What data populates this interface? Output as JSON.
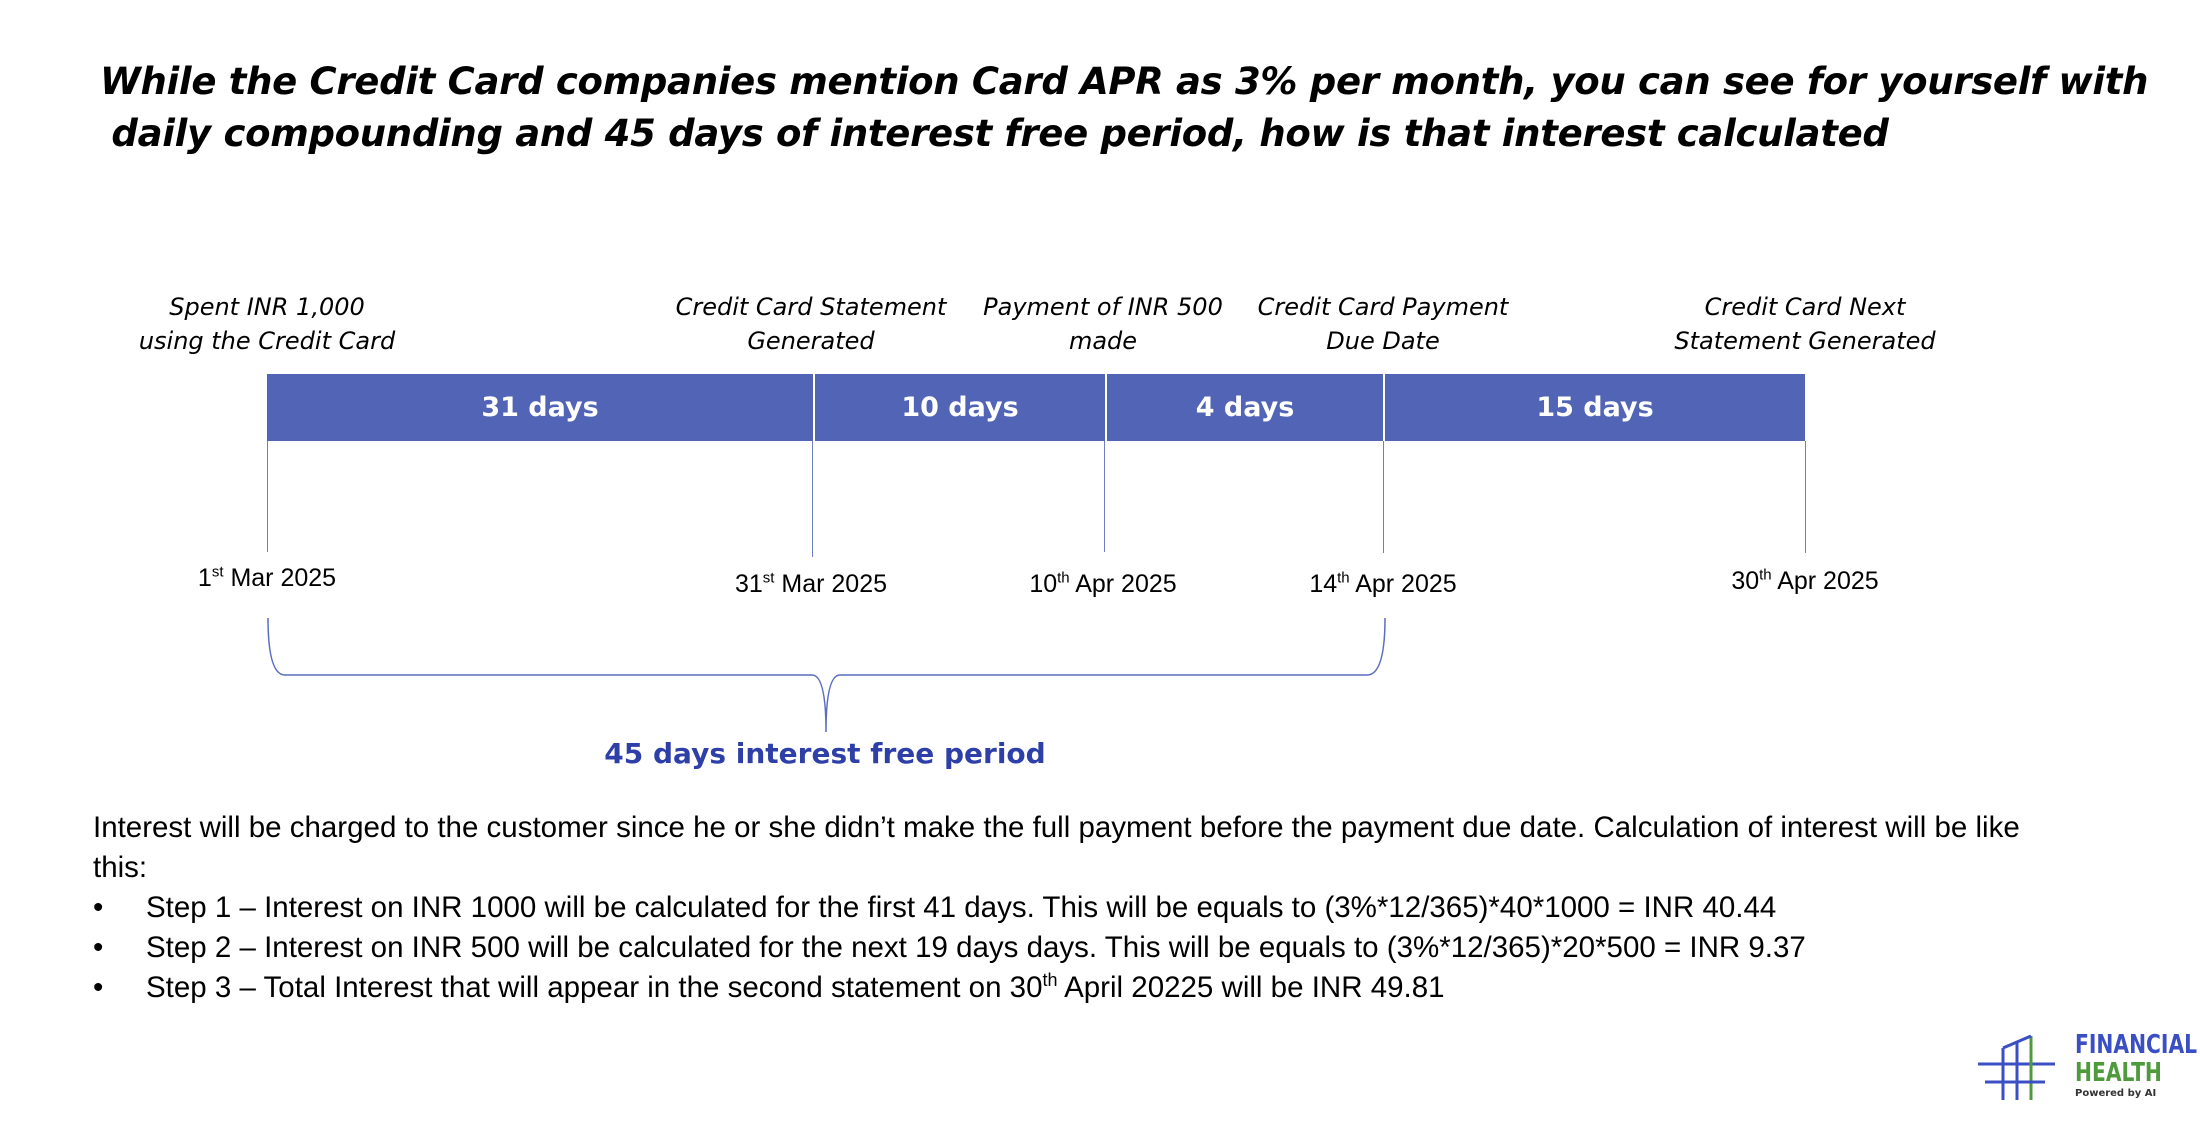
{
  "title": {
    "line1": "While the Credit Card companies mention Card APR as 3% per month, you can see for yourself with",
    "line2": "daily compounding and 45 days of interest free period, how is that interest calculated"
  },
  "events": [
    {
      "line1": "Spent INR 1,000",
      "line2": "using the Credit Card"
    },
    {
      "line1": "Credit Card Statement",
      "line2": "Generated"
    },
    {
      "line1": "Payment of INR 500",
      "line2": "made"
    },
    {
      "line1": "Credit Card Payment",
      "line2": "Due Date"
    },
    {
      "line1": "Credit Card Next",
      "line2": "Statement Generated"
    }
  ],
  "segments": [
    {
      "label": "31 days",
      "days": 31
    },
    {
      "label": "10 days",
      "days": 10
    },
    {
      "label": "4 days",
      "days": 4
    },
    {
      "label": "15 days",
      "days": 15
    }
  ],
  "bar_color": "#5264b5",
  "dates": [
    {
      "day": "1",
      "suffix": "st",
      "rest": " Mar 2025"
    },
    {
      "day": "31",
      "suffix": "st",
      "rest": " Mar 2025"
    },
    {
      "day": "10",
      "suffix": "th",
      "rest": " Apr 2025"
    },
    {
      "day": "14",
      "suffix": "th",
      "rest": " Apr 2025"
    },
    {
      "day": "30",
      "suffix": "th",
      "rest": " Apr 2025"
    }
  ],
  "interest_free_period": {
    "label": "45 days interest free period",
    "color": "#2e3fa8"
  },
  "explanation": {
    "intro": "Interest will be charged to the customer since he or she didn’t make the full payment before the payment due date. Calculation of interest will be like this:",
    "bullet": "•",
    "step1": "Step 1 – Interest on INR 1000 will be calculated for the first 41 days. This will be equals to (3%*12/365)*40*1000 = INR 40.44",
    "step2": "Step 2 – Interest on INR 500 will be calculated for the next 19 days days. This will be equals to (3%*12/365)*20*500 = INR 9.37",
    "step3_pre": "Step 3 – Total Interest that will appear in the second statement on 30",
    "step3_sup": "th",
    "step3_post": " April 20225 will be INR 49.81"
  },
  "logo": {
    "line1": "FINANCIAL",
    "line2": "HEALTH",
    "tagline": "Powered by AI",
    "icon": "financial-health-logo-icon",
    "color_primary": "#3b4fc4",
    "color_secondary": "#4f9a3c"
  }
}
